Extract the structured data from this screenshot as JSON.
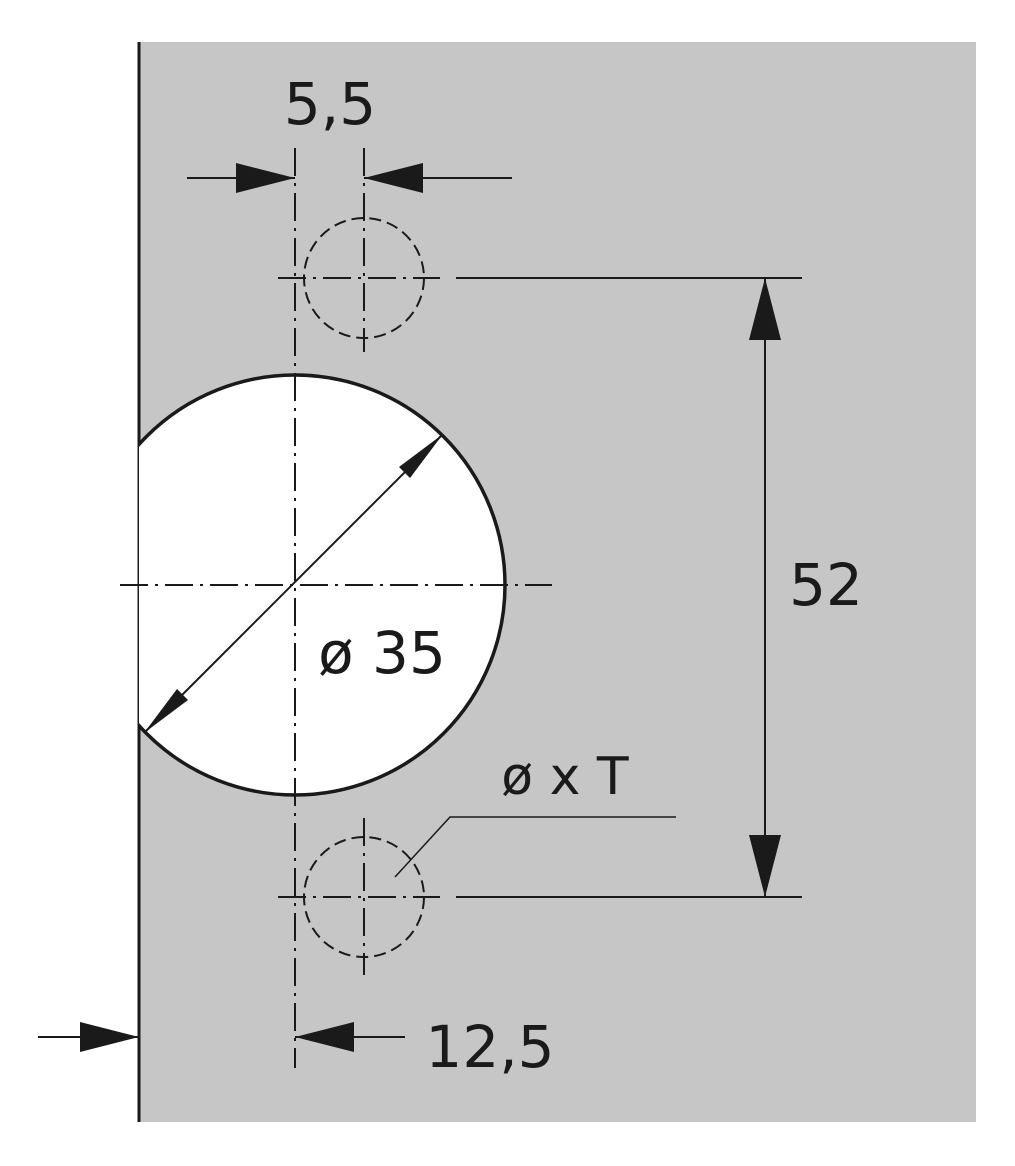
{
  "dimensions": {
    "hole_spacing": "5,5",
    "edge_distance": "12,5",
    "screw_spacing": "52",
    "cup_diameter": "ø 35",
    "screw_hole": "ø x T"
  },
  "colors": {
    "panel": "#c6c6c6",
    "line": "#1a1a1a",
    "cup": "#ffffff"
  }
}
